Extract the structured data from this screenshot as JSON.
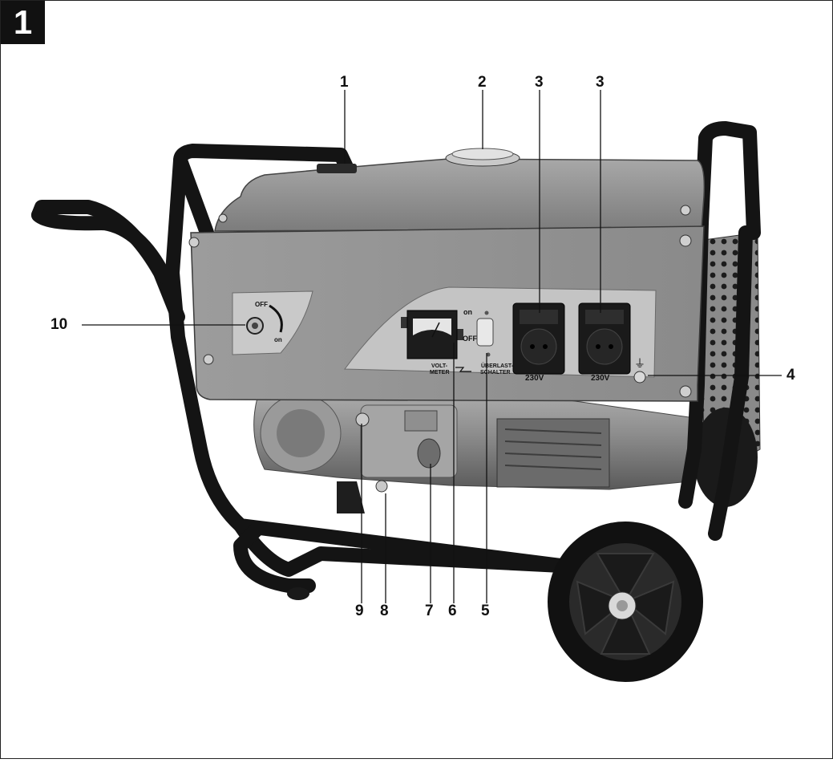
{
  "figure": {
    "number": "1"
  },
  "callouts": {
    "c1": "1",
    "c2": "2",
    "c3a": "3",
    "c3b": "3",
    "c4": "4",
    "c5": "5",
    "c6": "6",
    "c7": "7",
    "c8": "8",
    "c9": "9",
    "c10": "10"
  },
  "panel": {
    "choke_off": "OFF",
    "choke_on": "on",
    "switch_on": "on",
    "switch_off": "OFF",
    "voltmeter_label_1": "VOLT-",
    "voltmeter_label_2": "METER",
    "overload_label_1": "ÜBERLAST-",
    "overload_label_2": "SCHALTER",
    "socket_left_voltage": "230V",
    "socket_right_voltage": "230V",
    "ground_symbol": "⏚"
  },
  "colors": {
    "frame_black": "#141414",
    "tank_gray": "#8e8e8e",
    "panel_gray": "#9a9a9a",
    "panel_inset": "#c8c8c8",
    "engine_gray": "#7a7a7a"
  }
}
